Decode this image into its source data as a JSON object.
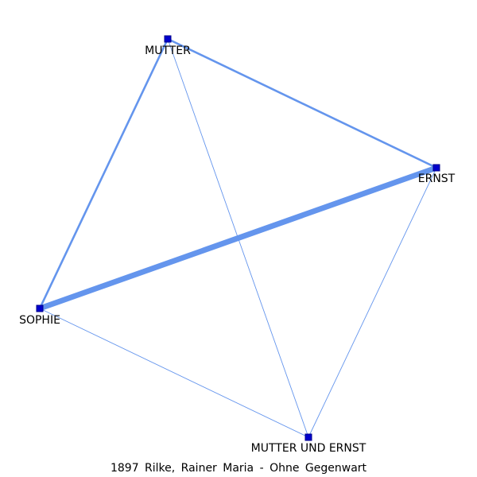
{
  "caption": "1897 Rilke, Rainer Maria - Ohne Gegenwart",
  "colors": {
    "edge": "#6495ed",
    "node_fill": "#0000cd",
    "node_stroke": "#00008b",
    "label": "#000000"
  },
  "nodes": [
    {
      "id": "mutter",
      "label": "MUTTER"
    },
    {
      "id": "ernst",
      "label": "ERNST"
    },
    {
      "id": "sophie",
      "label": "SOPHIE"
    },
    {
      "id": "mutter_und_ernst",
      "label": "MUTTER UND ERNST"
    }
  ],
  "edges": [
    {
      "source": "sophie",
      "target": "ernst",
      "weight": 5
    },
    {
      "source": "mutter",
      "target": "ernst",
      "weight": 2
    },
    {
      "source": "mutter",
      "target": "sophie",
      "weight": 2
    },
    {
      "source": "mutter",
      "target": "mutter_und_ernst",
      "weight": 1
    },
    {
      "source": "ernst",
      "target": "mutter_und_ernst",
      "weight": 1
    },
    {
      "source": "sophie",
      "target": "mutter_und_ernst",
      "weight": 1
    }
  ]
}
